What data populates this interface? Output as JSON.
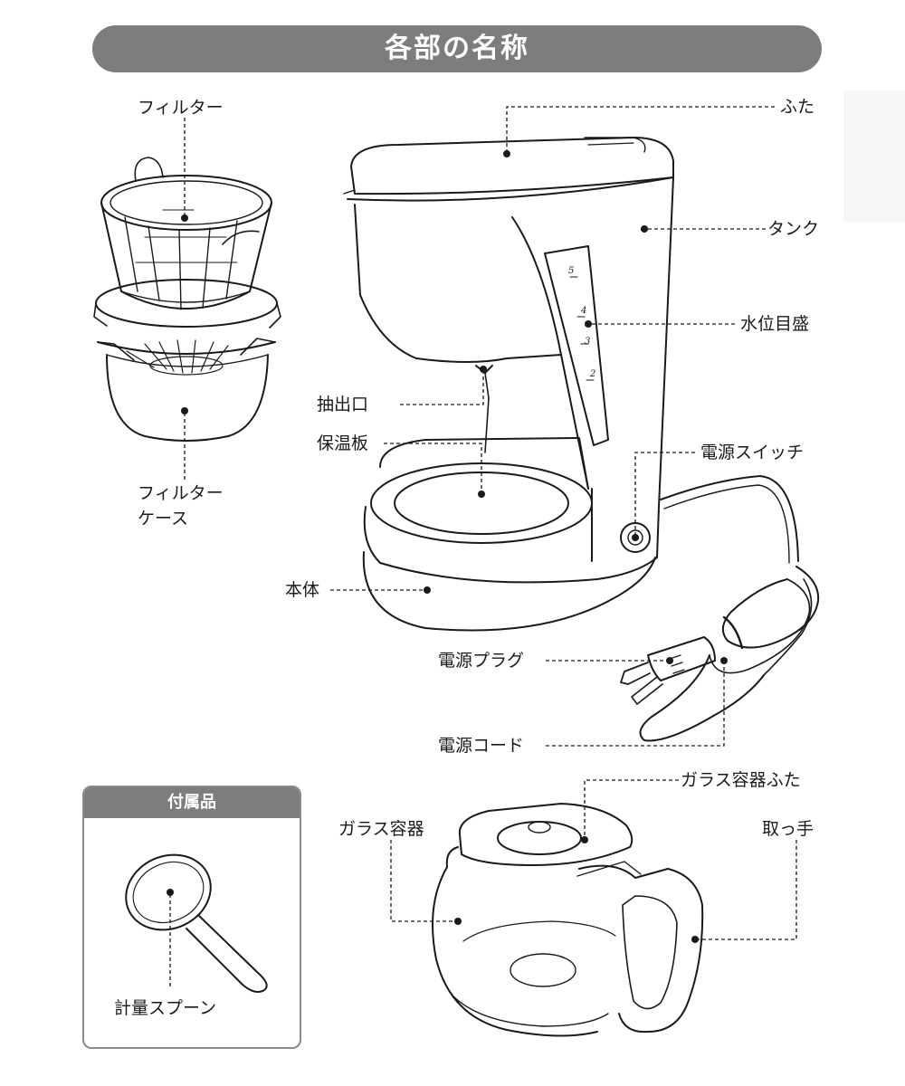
{
  "title": "各部の名称",
  "labels": {
    "filter": "フィルター",
    "filter_case_1": "フィルター",
    "filter_case_2": "ケース",
    "lid": "ふた",
    "tank": "タンク",
    "water_gauge": "水位目盛",
    "outlet": "抽出口",
    "warming_plate": "保温板",
    "power_switch": "電源スイッチ",
    "body": "本体",
    "power_plug": "電源プラグ",
    "power_cord": "電源コード",
    "glass_lid": "ガラス容器ふた",
    "glass_carafe": "ガラス容器",
    "handle": "取っ手",
    "measuring_spoon": "計量スプーン"
  },
  "accessories": {
    "title": "付属品"
  },
  "gauge_marks": [
    "5",
    "4",
    "3",
    "2"
  ],
  "colors": {
    "banner": "#7d7d7d",
    "line": "#1a1a1a",
    "box_border": "#8a8a8a"
  }
}
